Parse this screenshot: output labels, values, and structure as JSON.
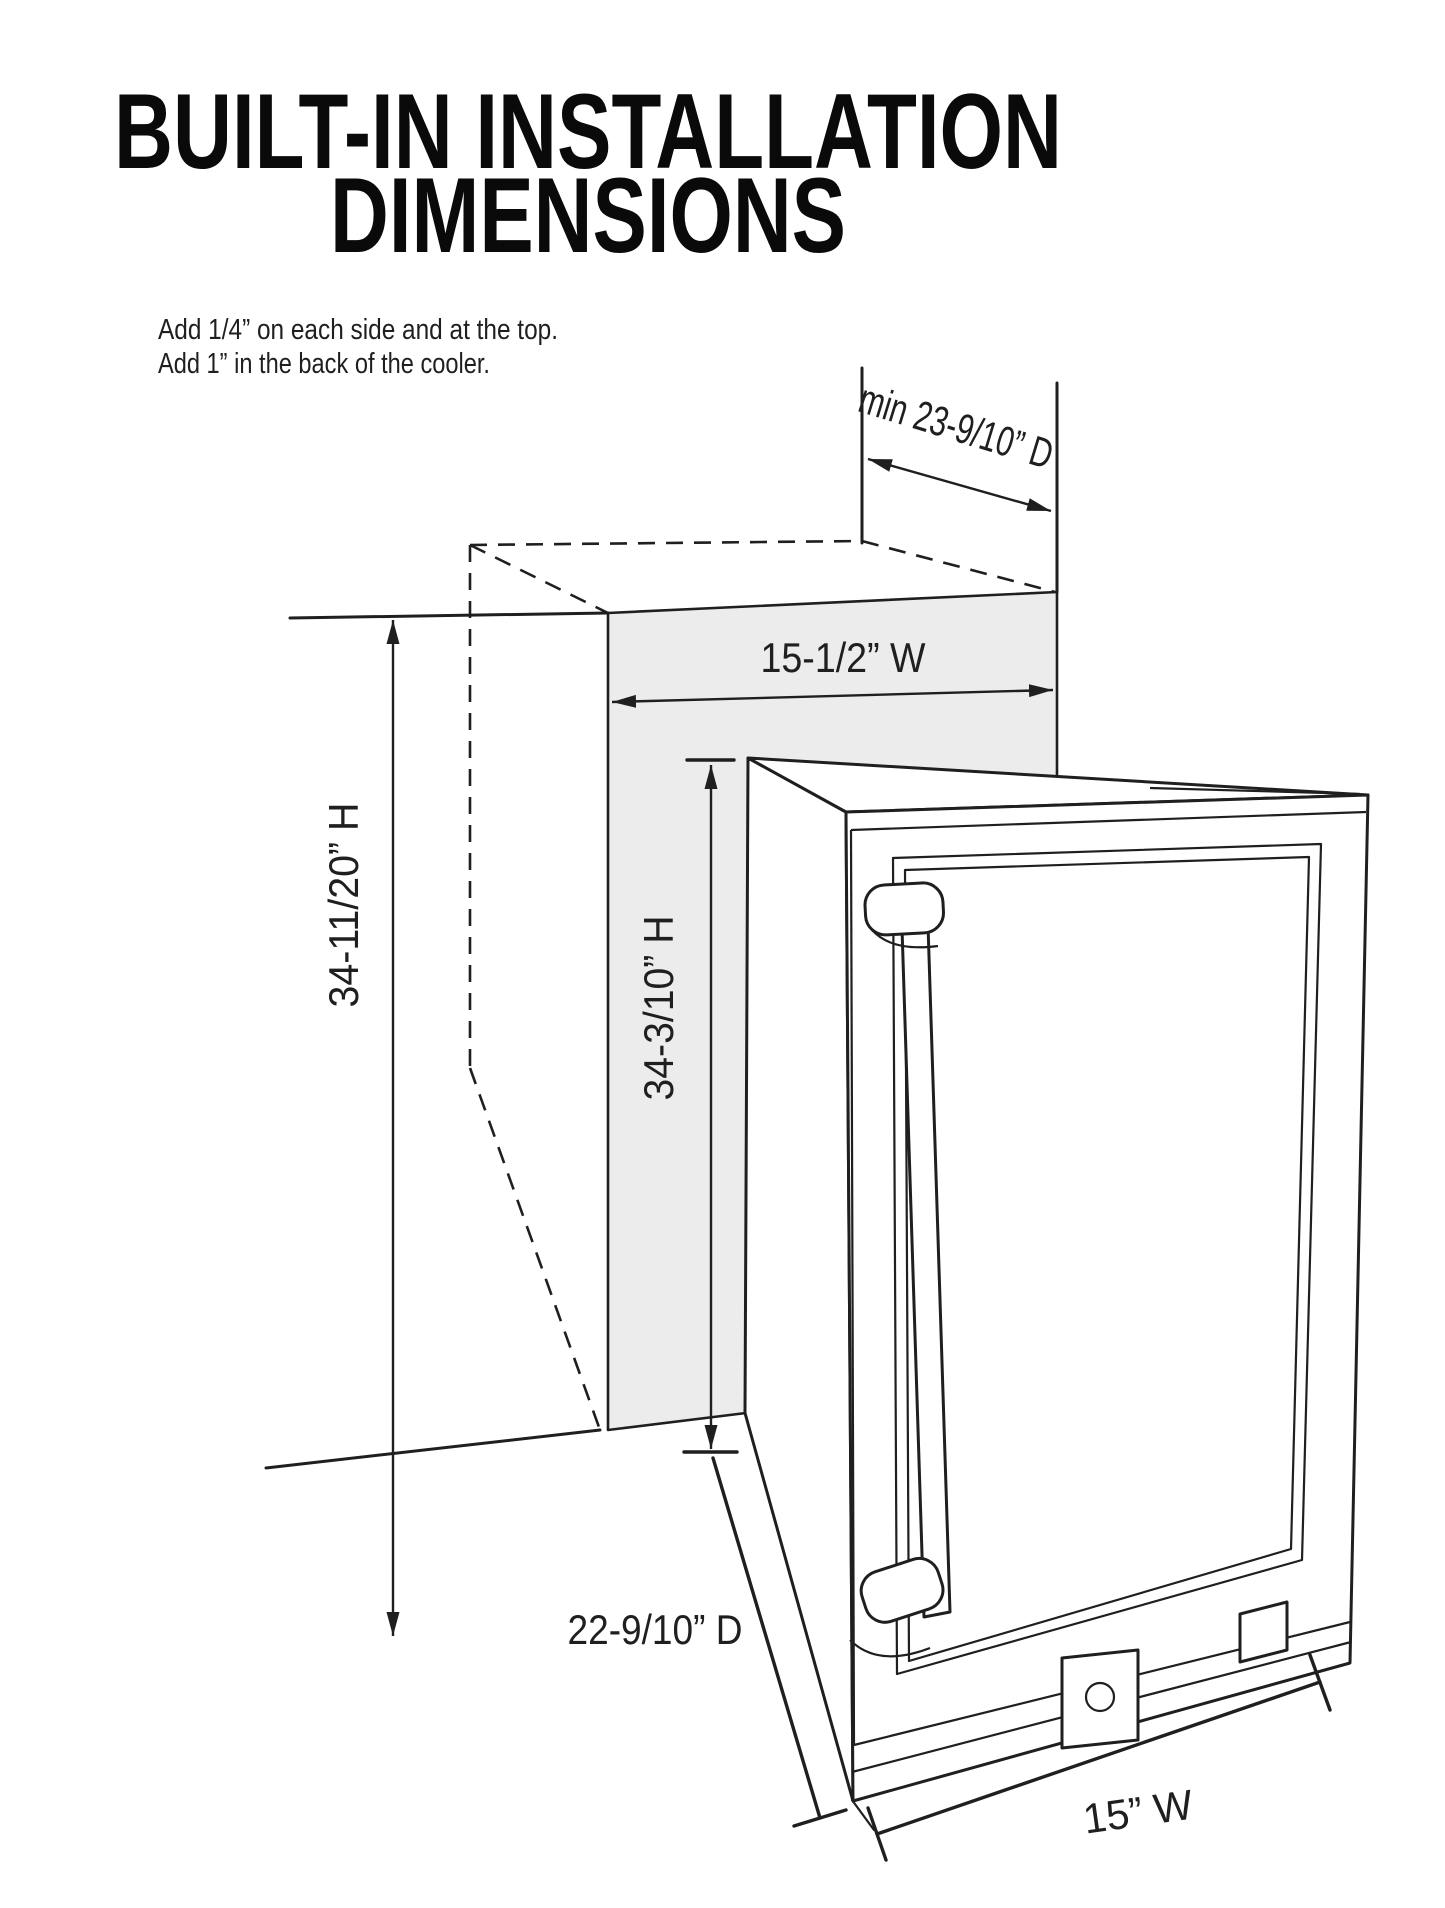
{
  "title": {
    "line1": "BUILT-IN INSTALLATION",
    "line2": "DIMENSIONS"
  },
  "notes": {
    "line1": "Add 1/4” on each side and at the top.",
    "line2": "Add 1” in the back of the cooler."
  },
  "labels": {
    "min_depth": "min 23-9/10” D",
    "niche_width": "15-1/2” W",
    "niche_height": "34-11/20” H",
    "cooler_height": "34-3/10” H",
    "cooler_depth": "22-9/10” D",
    "cooler_width": "15” W"
  },
  "colors": {
    "line": "#1f1f1f",
    "niche_fill": "#ececec",
    "background": "#ffffff"
  }
}
